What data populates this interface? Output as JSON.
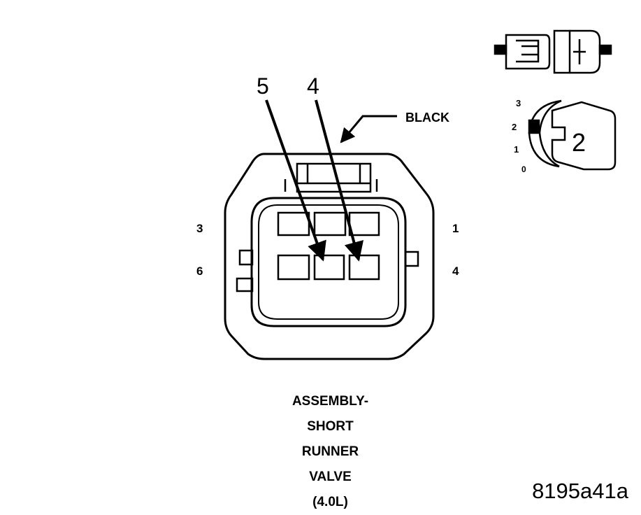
{
  "callouts": {
    "left": "5",
    "right": "4"
  },
  "wire_color": "BLACK",
  "cavity_labels": {
    "top_left": "3",
    "top_right": "1",
    "bottom_left": "6",
    "bottom_right": "4"
  },
  "key_scale": {
    "n3": "3",
    "n2": "2",
    "n1": "1",
    "n0": "0",
    "key_number": "2"
  },
  "caption_lines": [
    "ASSEMBLY-",
    "SHORT",
    "RUNNER",
    "VALVE",
    "(4.0L)"
  ],
  "figure_id": "8195a41a"
}
